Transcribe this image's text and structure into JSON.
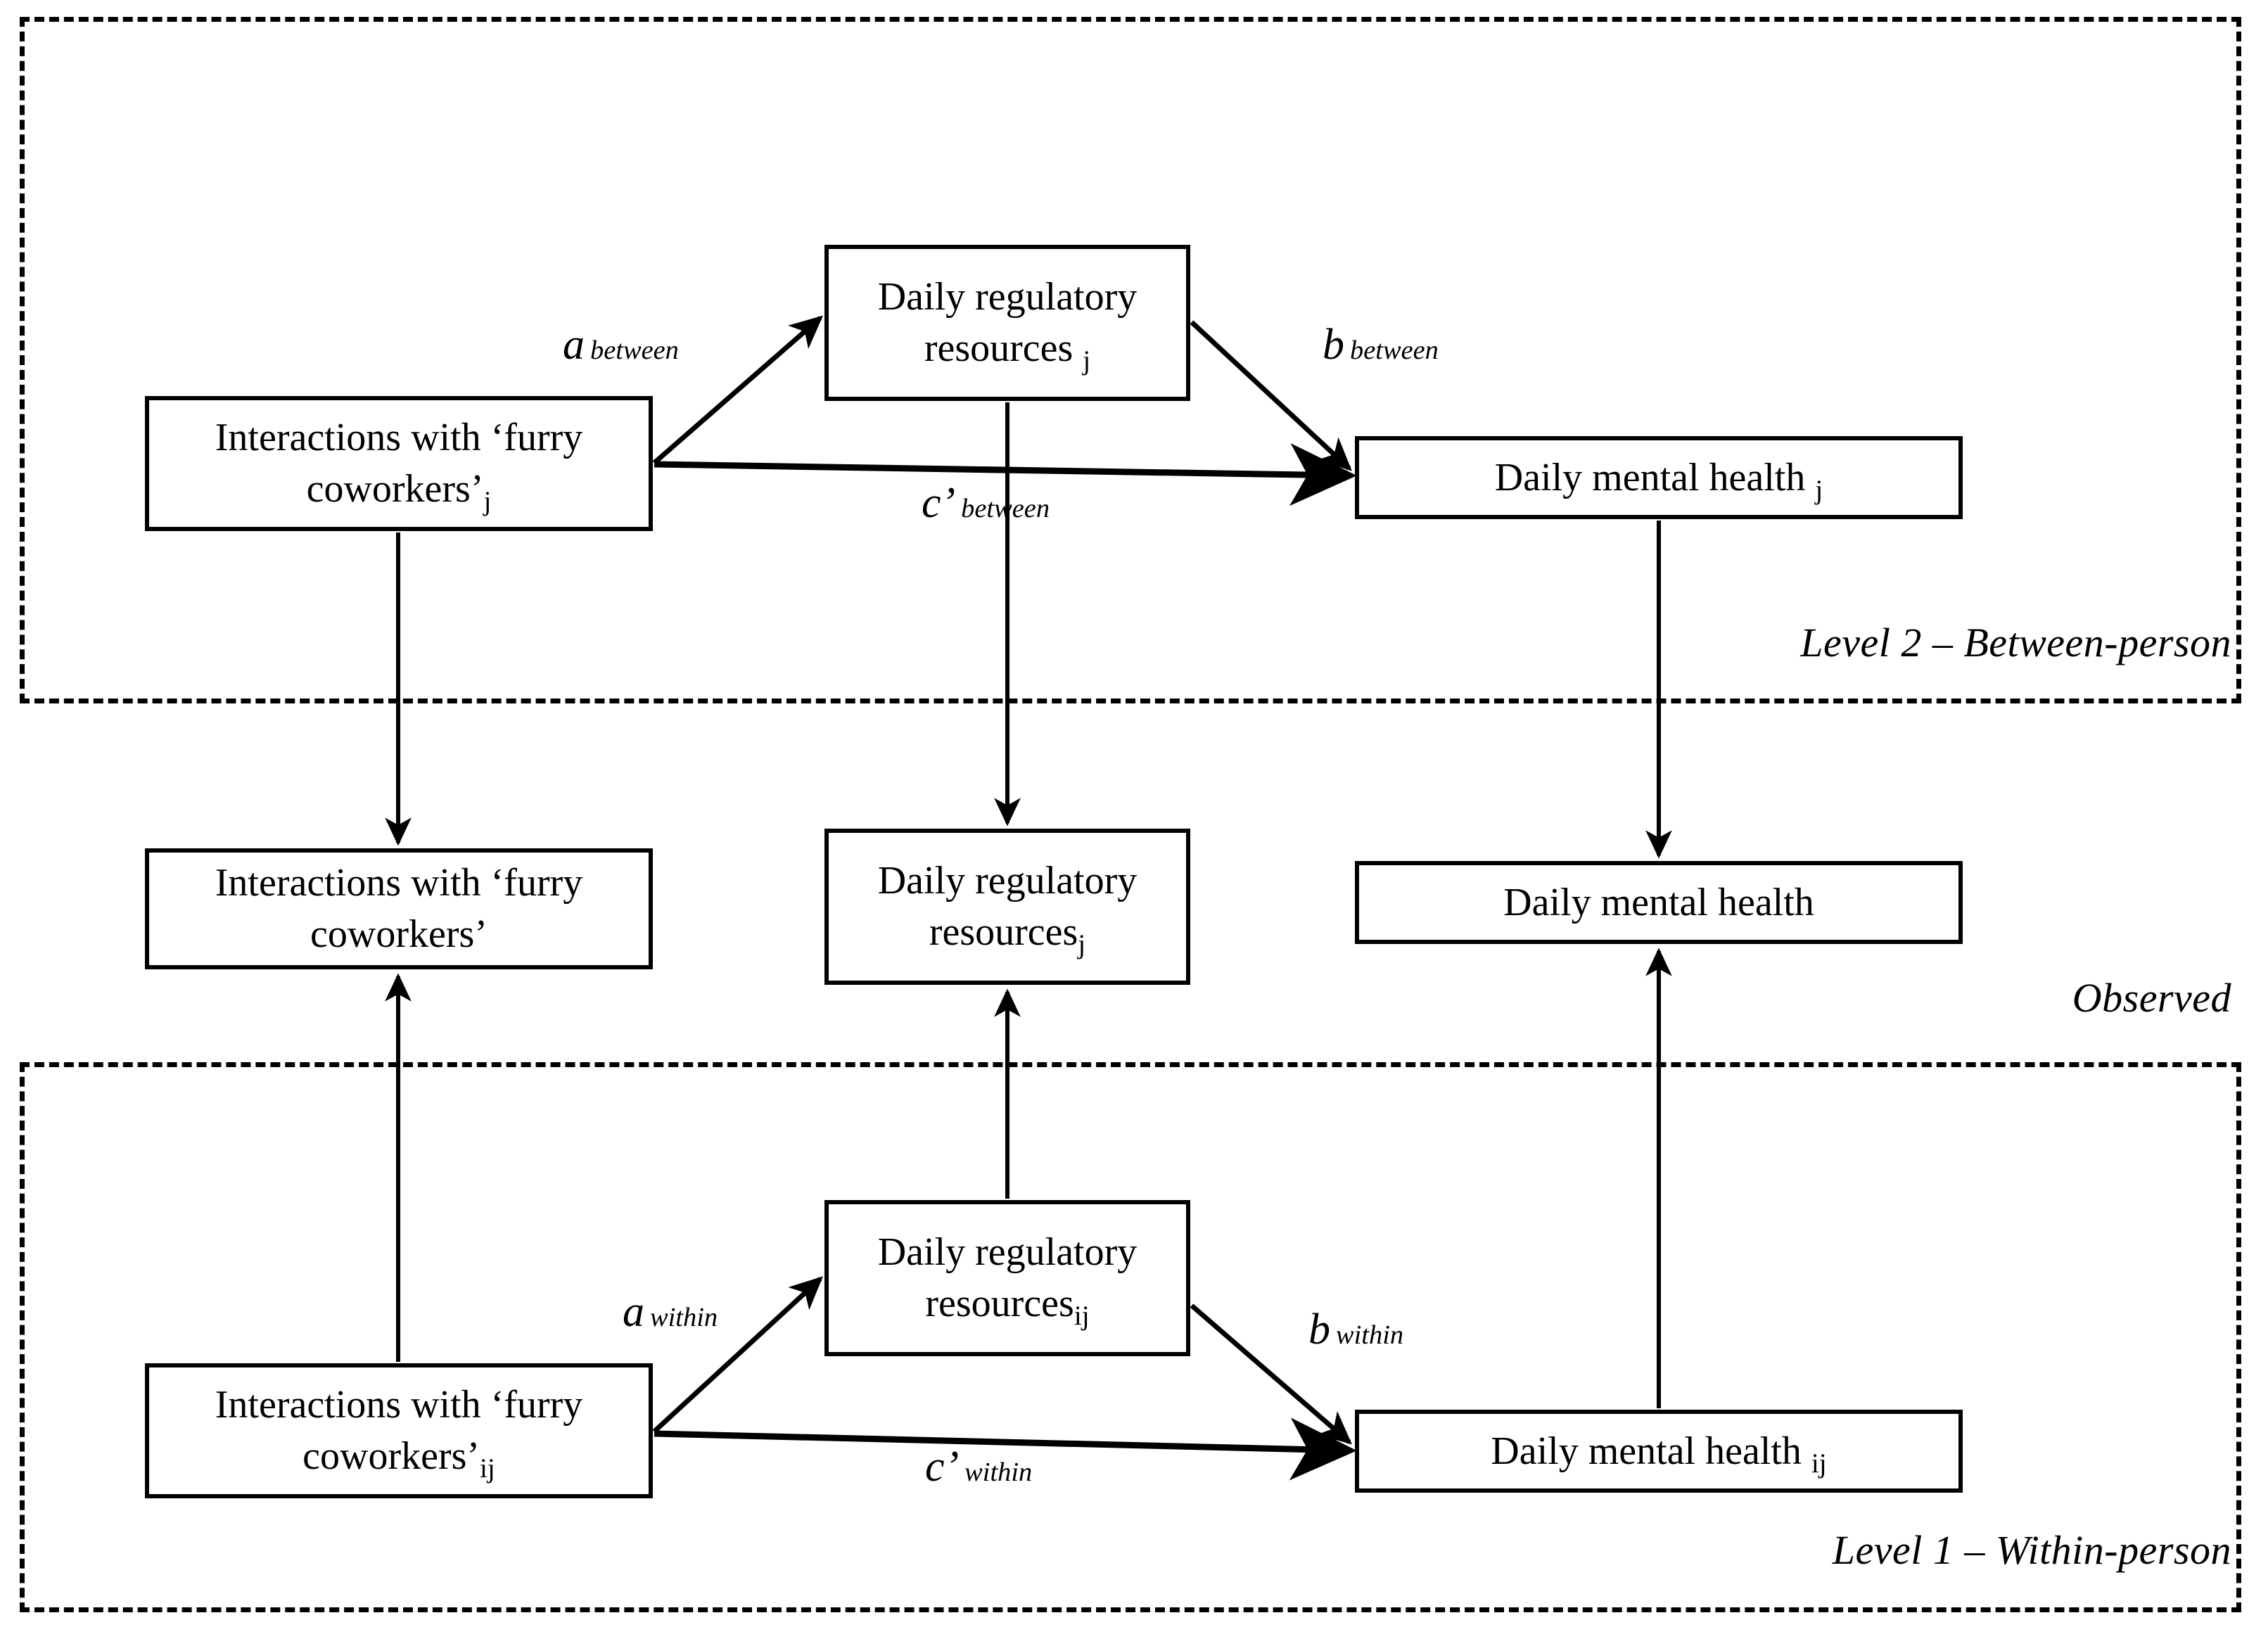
{
  "diagram": {
    "title": "Multilevel mediation model — interactions with 'furry coworkers'",
    "levels": {
      "level2_label": "Level 2 – Between-person",
      "observed_label": "Observed",
      "level1_label": "Level 1 – Within-person"
    },
    "nodes": {
      "l2_x_line1": "Interactions with ‘furry",
      "l2_x_line2": "coworkers’",
      "l2_x_sub": "j",
      "l2_m_line1": "Daily regulatory",
      "l2_m_line2": "resources",
      "l2_m_sub": "j",
      "l2_y_text": "Daily mental health",
      "l2_y_sub": "j",
      "ob_x_line1": "Interactions with ‘furry",
      "ob_x_line2": "coworkers’",
      "ob_x_sub": "",
      "ob_m_line1": "Daily regulatory",
      "ob_m_line2": "resources",
      "ob_m_sub": "j",
      "ob_y_text": "Daily mental health",
      "ob_y_sub": "",
      "l1_x_line1": "Interactions with ‘furry",
      "l1_x_line2": "coworkers’",
      "l1_x_sub": "ij",
      "l1_m_line1": "Daily regulatory",
      "l1_m_line2": "resources",
      "l1_m_sub": "ij",
      "l1_y_text": "Daily mental health",
      "l1_y_sub": "ij"
    },
    "paths": {
      "a_between_symbol": "a",
      "a_between_sub": "between",
      "b_between_symbol": "b",
      "b_between_sub": "between",
      "c_between_symbol": "c’",
      "c_between_sub": "between",
      "a_within_symbol": "a",
      "a_within_sub": "within",
      "b_within_symbol": "b",
      "b_within_sub": "within",
      "c_within_symbol": "c’",
      "c_within_sub": "within"
    },
    "colors": {
      "line": "#000000",
      "background": "#ffffff",
      "box_border": "#000000"
    }
  }
}
